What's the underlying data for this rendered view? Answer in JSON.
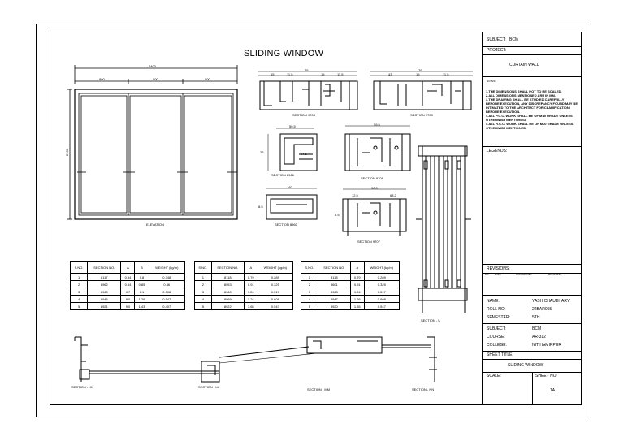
{
  "title": "SLIDING WINDOW",
  "elevation": {
    "overall": "2400",
    "panels": [
      "800",
      "800",
      "800"
    ],
    "height": "2100",
    "caption": "ELEVATION"
  },
  "captions": {
    "s9708": "SECTION 9708",
    "s9709": "SECTION 9709",
    "s8966": "SECTION 8966",
    "s9708b": "SECTION 9708",
    "s8960": "SECTION 8960",
    "s9707": "SECTION 9707",
    "sU": "SECTION - U",
    "sKK": "SECTION - KK",
    "sLL": "SECTION - LL",
    "sMM": "SECTION - MM",
    "sNN": "SECTION - NN"
  },
  "dims": {
    "a1": "75",
    "a2": "15",
    "a3": "11.5",
    "a4": "15",
    "a5": "11.5",
    "b1": "79",
    "b2": "43",
    "b3": "15",
    "b4": "11.5",
    "c1": "50.5",
    "c2": "24.5",
    "c3": "25",
    "c4": "59.5",
    "d1": "40",
    "d2": "8.5",
    "e1": "90.0",
    "e2": "8.5",
    "e3": "12.5",
    "e4": "68.2"
  },
  "tables": [
    {
      "headers": [
        "S.NO.",
        "SECTION NO.",
        "A",
        "B",
        "WEIGHT (kg/m)"
      ],
      "rows": [
        [
          "1",
          "8117",
          "0.54",
          "0.8",
          "0.348"
        ],
        [
          "2",
          "8962",
          "0.54",
          "0.85",
          "0.36"
        ],
        [
          "3",
          "8960",
          "0.7",
          "1.1",
          "0.308"
        ],
        [
          "4",
          "8946",
          "9.0",
          "1.29",
          "0.547"
        ],
        [
          "5",
          "8921",
          "9.0",
          "1.43",
          "0.407"
        ]
      ]
    },
    {
      "headers": [
        "S.NO.",
        "SECTION NO.",
        "A",
        "WEIGHT (kg/m)"
      ],
      "rows": [
        [
          "1",
          "8118",
          "0.79",
          "0.289"
        ],
        [
          "2",
          "8953",
          "0.91",
          "0.325"
        ],
        [
          "3",
          "8960",
          "1.24",
          "0.517"
        ],
        [
          "4",
          "8969",
          "1.24",
          "0.608"
        ],
        [
          "5",
          "8922",
          "1.65",
          "0.547"
        ]
      ]
    },
    {
      "headers": [
        "S.NO.",
        "SECTION NO.",
        "A",
        "WEIGHT (kg/m)"
      ],
      "rows": [
        [
          "1",
          "8118",
          "0.79",
          "0.289"
        ],
        [
          "2",
          "8601",
          "0.91",
          "0.325"
        ],
        [
          "3",
          "8963",
          "1.24",
          "0.517"
        ],
        [
          "4",
          "8947",
          "1.26",
          "0.608"
        ],
        [
          "5",
          "8920",
          "1.65",
          "0.547"
        ]
      ]
    }
  ],
  "title_block": {
    "subject_label": "SUBJECT:",
    "subject": "BCM",
    "project_label": "PROJECT:",
    "project": "CURTAIN WALL",
    "notes_label": "NOTES:",
    "notes": [
      "1.THE DIMENSIONS SHALL NOT TO BE SCALED.",
      "2.ALL DIMENSIONS MENTIONED ARE IN MM.",
      "3.THE DRAWING SHALL BE STUDIED CAREFULLY BEFORE EXECUTION, ANY DISCREPANCY FOUND MAY BE INTIMATED TO THE ARCHITECT FOR CLARIFICATION BEFORE EXECUTION.",
      "4.ALL P.C.C. WORK SHALL BE OF M15 GRADE UNLESS OTHERWISE MENTIONED.",
      "5.ALL R.C.C. WORK SHALL BE OF M20 GRADE UNLESS OTHERWISE MENTIONED."
    ],
    "legends_label": "LEGENDS:",
    "revisions_label": "REVISIONS:",
    "rev_cols": [
      "NO.",
      "DATE",
      "CHECKED BY",
      "REMARKS"
    ],
    "name_label": "NAME:",
    "name": "YASH CHAUDHARY",
    "roll_label": "ROLL NO:",
    "roll": "22BAR055",
    "sem_label": "SEMESTER:",
    "sem": "5TH",
    "subject2_label": "SUBJECT:",
    "subject2": "BCM",
    "course_label": "COURSE:",
    "course": "AR-312",
    "college_label": "COLLEGE:",
    "college": "NIT HAMIRPUR",
    "sheet_title_label": "SHEET TITLE:",
    "sheet_title": "SLIDING WINDOW",
    "scale_label": "SCALE:",
    "sheet_no_label": "SHEET NO:",
    "sheet_no": "1A"
  }
}
